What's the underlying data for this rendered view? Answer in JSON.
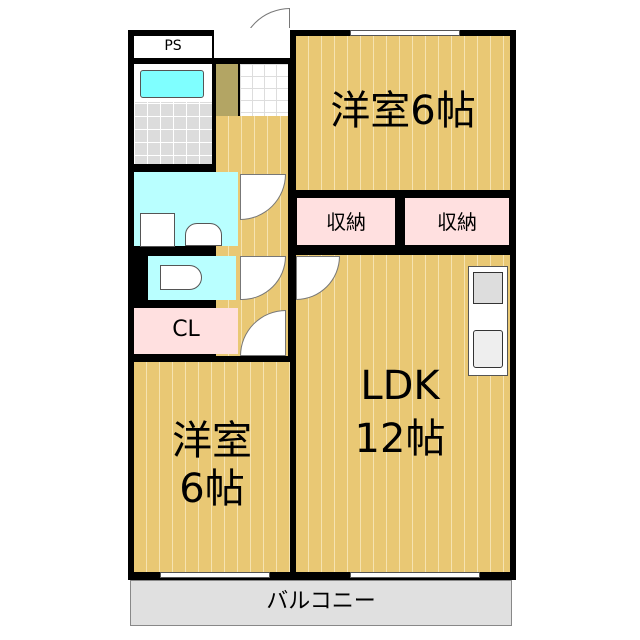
{
  "rooms": {
    "ps": "PS",
    "western_room_top": {
      "name": "洋室",
      "size": "6帖"
    },
    "storage_left": "収納",
    "storage_right": "収納",
    "closet": "CL",
    "ldk": {
      "name": "LDK",
      "size": "12帖"
    },
    "western_room_bottom": {
      "name": "洋室",
      "size": "6帖"
    },
    "balcony": "バルコニー"
  },
  "colors": {
    "floor": "#e9c874",
    "wet_area": "#b9ffff",
    "storage": "#ffe0e0",
    "wall": "#000000",
    "balcony": "#e0e0e0"
  }
}
